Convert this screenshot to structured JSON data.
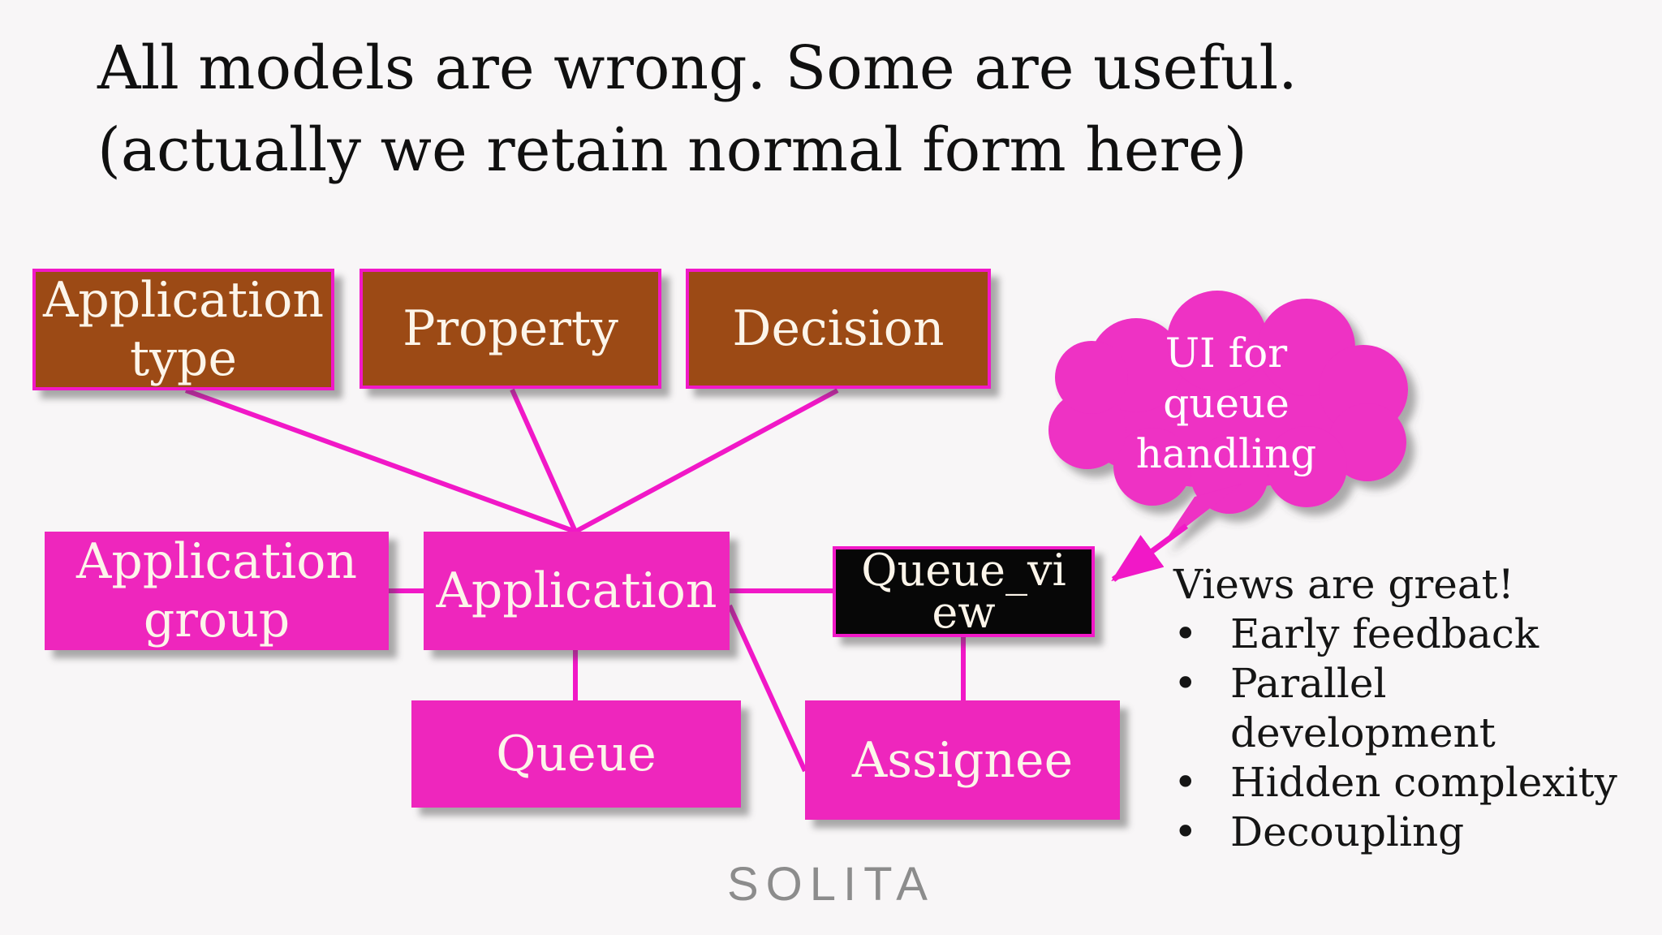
{
  "slide": {
    "title_line1": "All models are wrong. Some are useful.",
    "title_line2": "(actually we retain normal form here)",
    "logo_text": "SOLITA"
  },
  "colors": {
    "background": "#f8f6f7",
    "magenta_accent": "#f118c7",
    "pink_fill": "#ee26bd",
    "cloud_fill": "#ee30c4",
    "brown_fill": "#9c4a15",
    "black_fill": "#070707",
    "box_text": "#fcf5ea",
    "body_text": "#151515",
    "logo_gray": "#8c8c8c"
  },
  "diagram": {
    "nodes": [
      {
        "id": "application-type",
        "label": "Application type",
        "kind": "brown"
      },
      {
        "id": "property",
        "label": "Property",
        "kind": "brown"
      },
      {
        "id": "decision",
        "label": "Decision",
        "kind": "brown"
      },
      {
        "id": "application-group",
        "label": "Application group",
        "kind": "pink"
      },
      {
        "id": "application",
        "label": "Application",
        "kind": "pink"
      },
      {
        "id": "queue-view",
        "label": "Queue_view",
        "kind": "black"
      },
      {
        "id": "queue",
        "label": "Queue",
        "kind": "pink"
      },
      {
        "id": "assignee",
        "label": "Assignee",
        "kind": "pink"
      }
    ],
    "cloud": {
      "label": "UI for queue handling"
    },
    "edges": [
      {
        "from": "Application type",
        "to": "Application",
        "type": "line"
      },
      {
        "from": "Property",
        "to": "Application",
        "type": "line"
      },
      {
        "from": "Decision",
        "to": "Application",
        "type": "line"
      },
      {
        "from": "Application group",
        "to": "Application",
        "type": "line"
      },
      {
        "from": "Application",
        "to": "Queue_view",
        "type": "line"
      },
      {
        "from": "Application",
        "to": "Queue",
        "type": "line"
      },
      {
        "from": "Application",
        "to": "Assignee",
        "type": "line"
      },
      {
        "from": "Queue_view",
        "to": "Assignee",
        "type": "line"
      },
      {
        "from": "UI for queue handling",
        "to": "Queue_view",
        "type": "arrow"
      }
    ]
  },
  "notes": {
    "heading": "Views are great!",
    "bullet_char": "•",
    "bullets": [
      "Early feedback",
      "Parallel development",
      "Hidden complexity",
      "Decoupling"
    ]
  }
}
